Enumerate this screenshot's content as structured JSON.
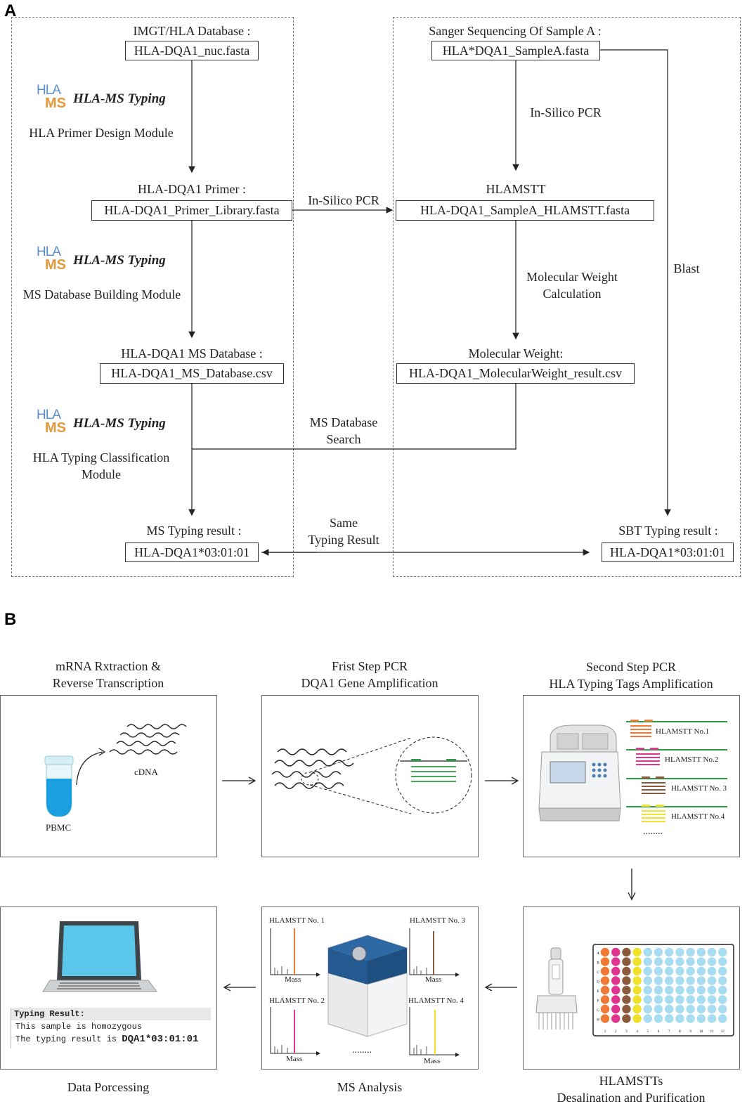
{
  "panel_a": {
    "letter": "A",
    "imgt_title": "IMGT/HLA Database :",
    "imgt_file": "HLA-DQA1_nuc.fasta",
    "sanger_title": "Sanger Sequencing Of Sample A :",
    "sanger_file": "HLA*DQA1_SampleA.fasta",
    "tool_name": "HLA-MS Typing",
    "logo_letters_top": "HLA",
    "logo_letters_bottom": "MS",
    "module1": "HLA Primer Design Module",
    "in_silico_pcr_right": "In-Silico PCR",
    "primer_title": "HLA-DQA1 Primer :",
    "primer_file": "HLA-DQA1_Primer_Library.fasta",
    "in_silico_pcr_mid": "In-Silico PCR",
    "hlamstt_title": "HLAMSTT",
    "hlamstt_file": "HLA-DQA1_SampleA_HLAMSTT.fasta",
    "module2": "MS Database Building Module",
    "mw_calc_line1": "Molecular Weight",
    "mw_calc_line2": "Calculation",
    "blast": "Blast",
    "msdb_title": "HLA-DQA1 MS Database :",
    "msdb_file": "HLA-DQA1_MS_Database.csv",
    "mw_title": "Molecular Weight:",
    "mw_file": "HLA-DQA1_MolecularWeight_result.csv",
    "msdb_search_line1": "MS Database",
    "msdb_search_line2": "Search",
    "module3_line1": "HLA Typing Classification",
    "module3_line2": "Module",
    "ms_result_title": "MS Typing result :",
    "ms_result_value": "HLA-DQA1*03:01:01",
    "same_line1": "Same",
    "same_line2": "Typing Result",
    "sbt_result_title": "SBT Typing result :",
    "sbt_result_value": "HLA-DQA1*03:01:01"
  },
  "panel_b": {
    "letter": "B",
    "step1_line1": "mRNA Rxtraction &",
    "step1_line2": "Reverse Transcription",
    "step1_cdna": "cDNA",
    "step1_pbmc": "PBMC",
    "step2_line1": "Frist Step PCR",
    "step2_line2": "DQA1 Gene Amplification",
    "step3_line1": "Second Step PCR",
    "step3_line2": "HLA Typing Tags Amplification",
    "tags": [
      "HLAMSTT No.1",
      "HLAMSTT No.2",
      "HLAMSTT No. 3",
      "HLAMSTT No.4"
    ],
    "tags_more": "........",
    "step4_line1": "HLAMSTTs",
    "step4_line2": "Desalination and Purification",
    "step5": "MS Analysis",
    "spectra": [
      "HLAMSTT No. 1",
      "HLAMSTT No. 3",
      "HLAMSTT No. 2",
      "HLAMSTT No. 4"
    ],
    "mass_label": "Mass",
    "spectra_more": "........",
    "step6": "Data Porcessing",
    "typing_header": "Typing Result:",
    "typing_line1": "This sample is homozygous",
    "typing_line2_prefix": "The typing result is ",
    "typing_line2_value": "DQA1*03:01:01",
    "plate_rows": [
      "A",
      "B",
      "C",
      "D",
      "E",
      "F",
      "G",
      "H"
    ],
    "plate_cols": [
      "1",
      "2",
      "3",
      "4",
      "5",
      "6",
      "7",
      "8",
      "9",
      "10",
      "11",
      "12"
    ]
  },
  "colors": {
    "tag1": "#f07a35",
    "tag2": "#e0358f",
    "tag3": "#8a5a3c",
    "tag4": "#f0e12a",
    "green": "#2e9b45",
    "well_blue": "#a8dcf0"
  }
}
